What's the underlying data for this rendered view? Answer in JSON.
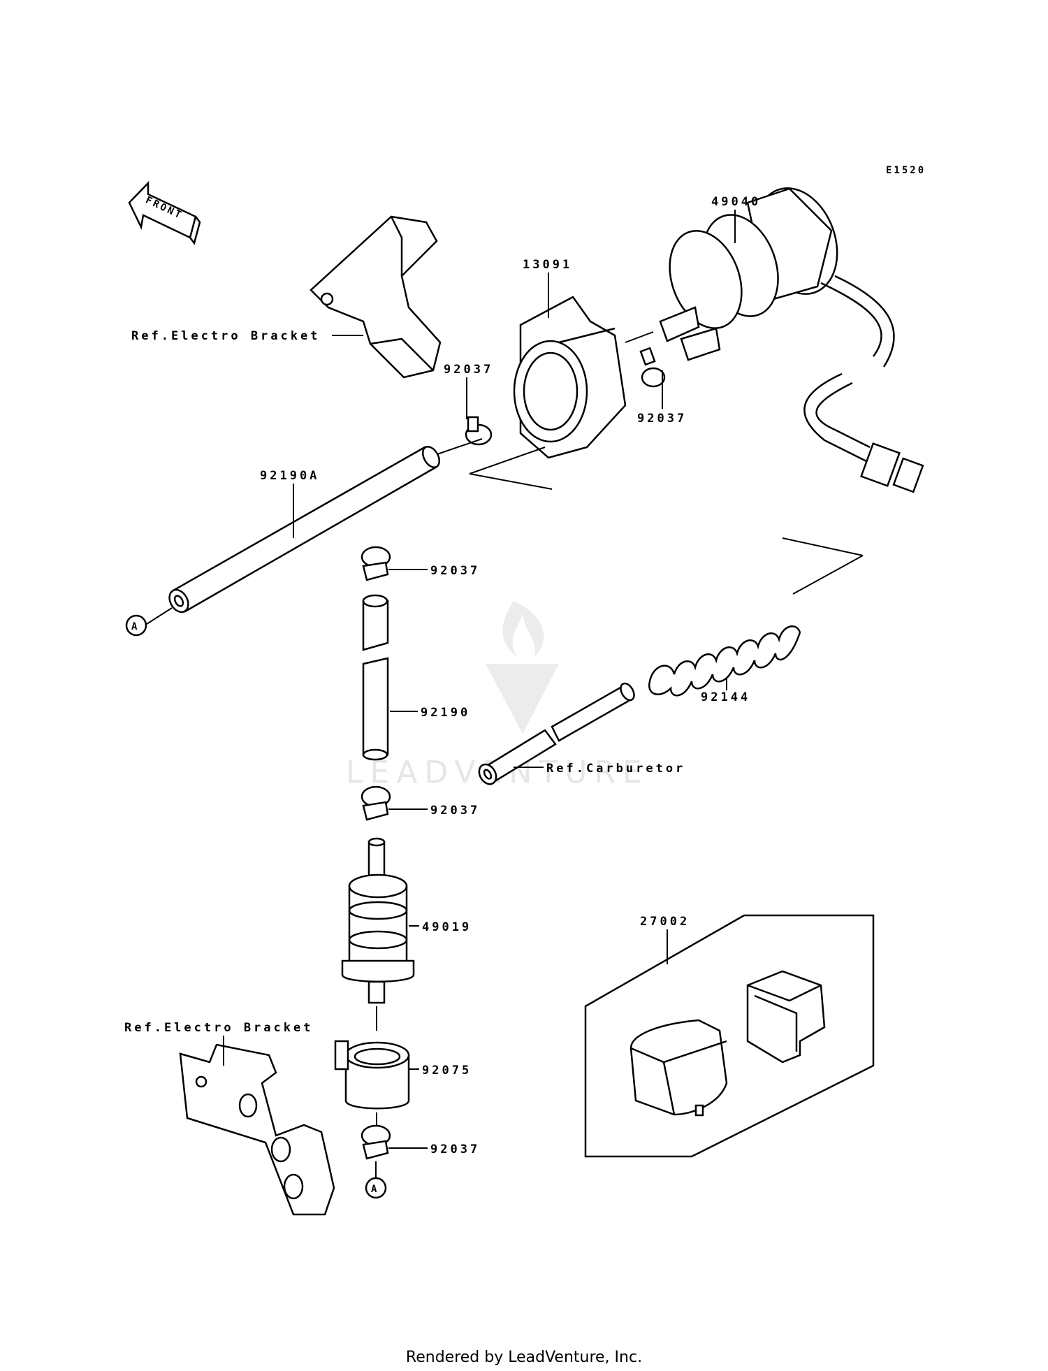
{
  "diagram_code": "E1520",
  "front_label": "FRONT",
  "parts": {
    "p49040": "49040",
    "p13091": "13091",
    "p92037_a": "92037",
    "p92037_b": "92037",
    "p92037_c": "92037",
    "p92037_d": "92037",
    "p92037_e": "92037",
    "p92190A": "92190A",
    "p92190": "92190",
    "p92144": "92144",
    "p49019": "49019",
    "p92075": "92075",
    "p27002": "27002"
  },
  "refs": {
    "electro_bracket_top": "Ref.Electro Bracket",
    "electro_bracket_bottom": "Ref.Electro Bracket",
    "carburetor": "Ref.Carburetor"
  },
  "connector_a_top": "A",
  "connector_a_bottom": "A",
  "watermark": "LEADVENTURE",
  "footer": "Rendered by LeadVenture, Inc."
}
